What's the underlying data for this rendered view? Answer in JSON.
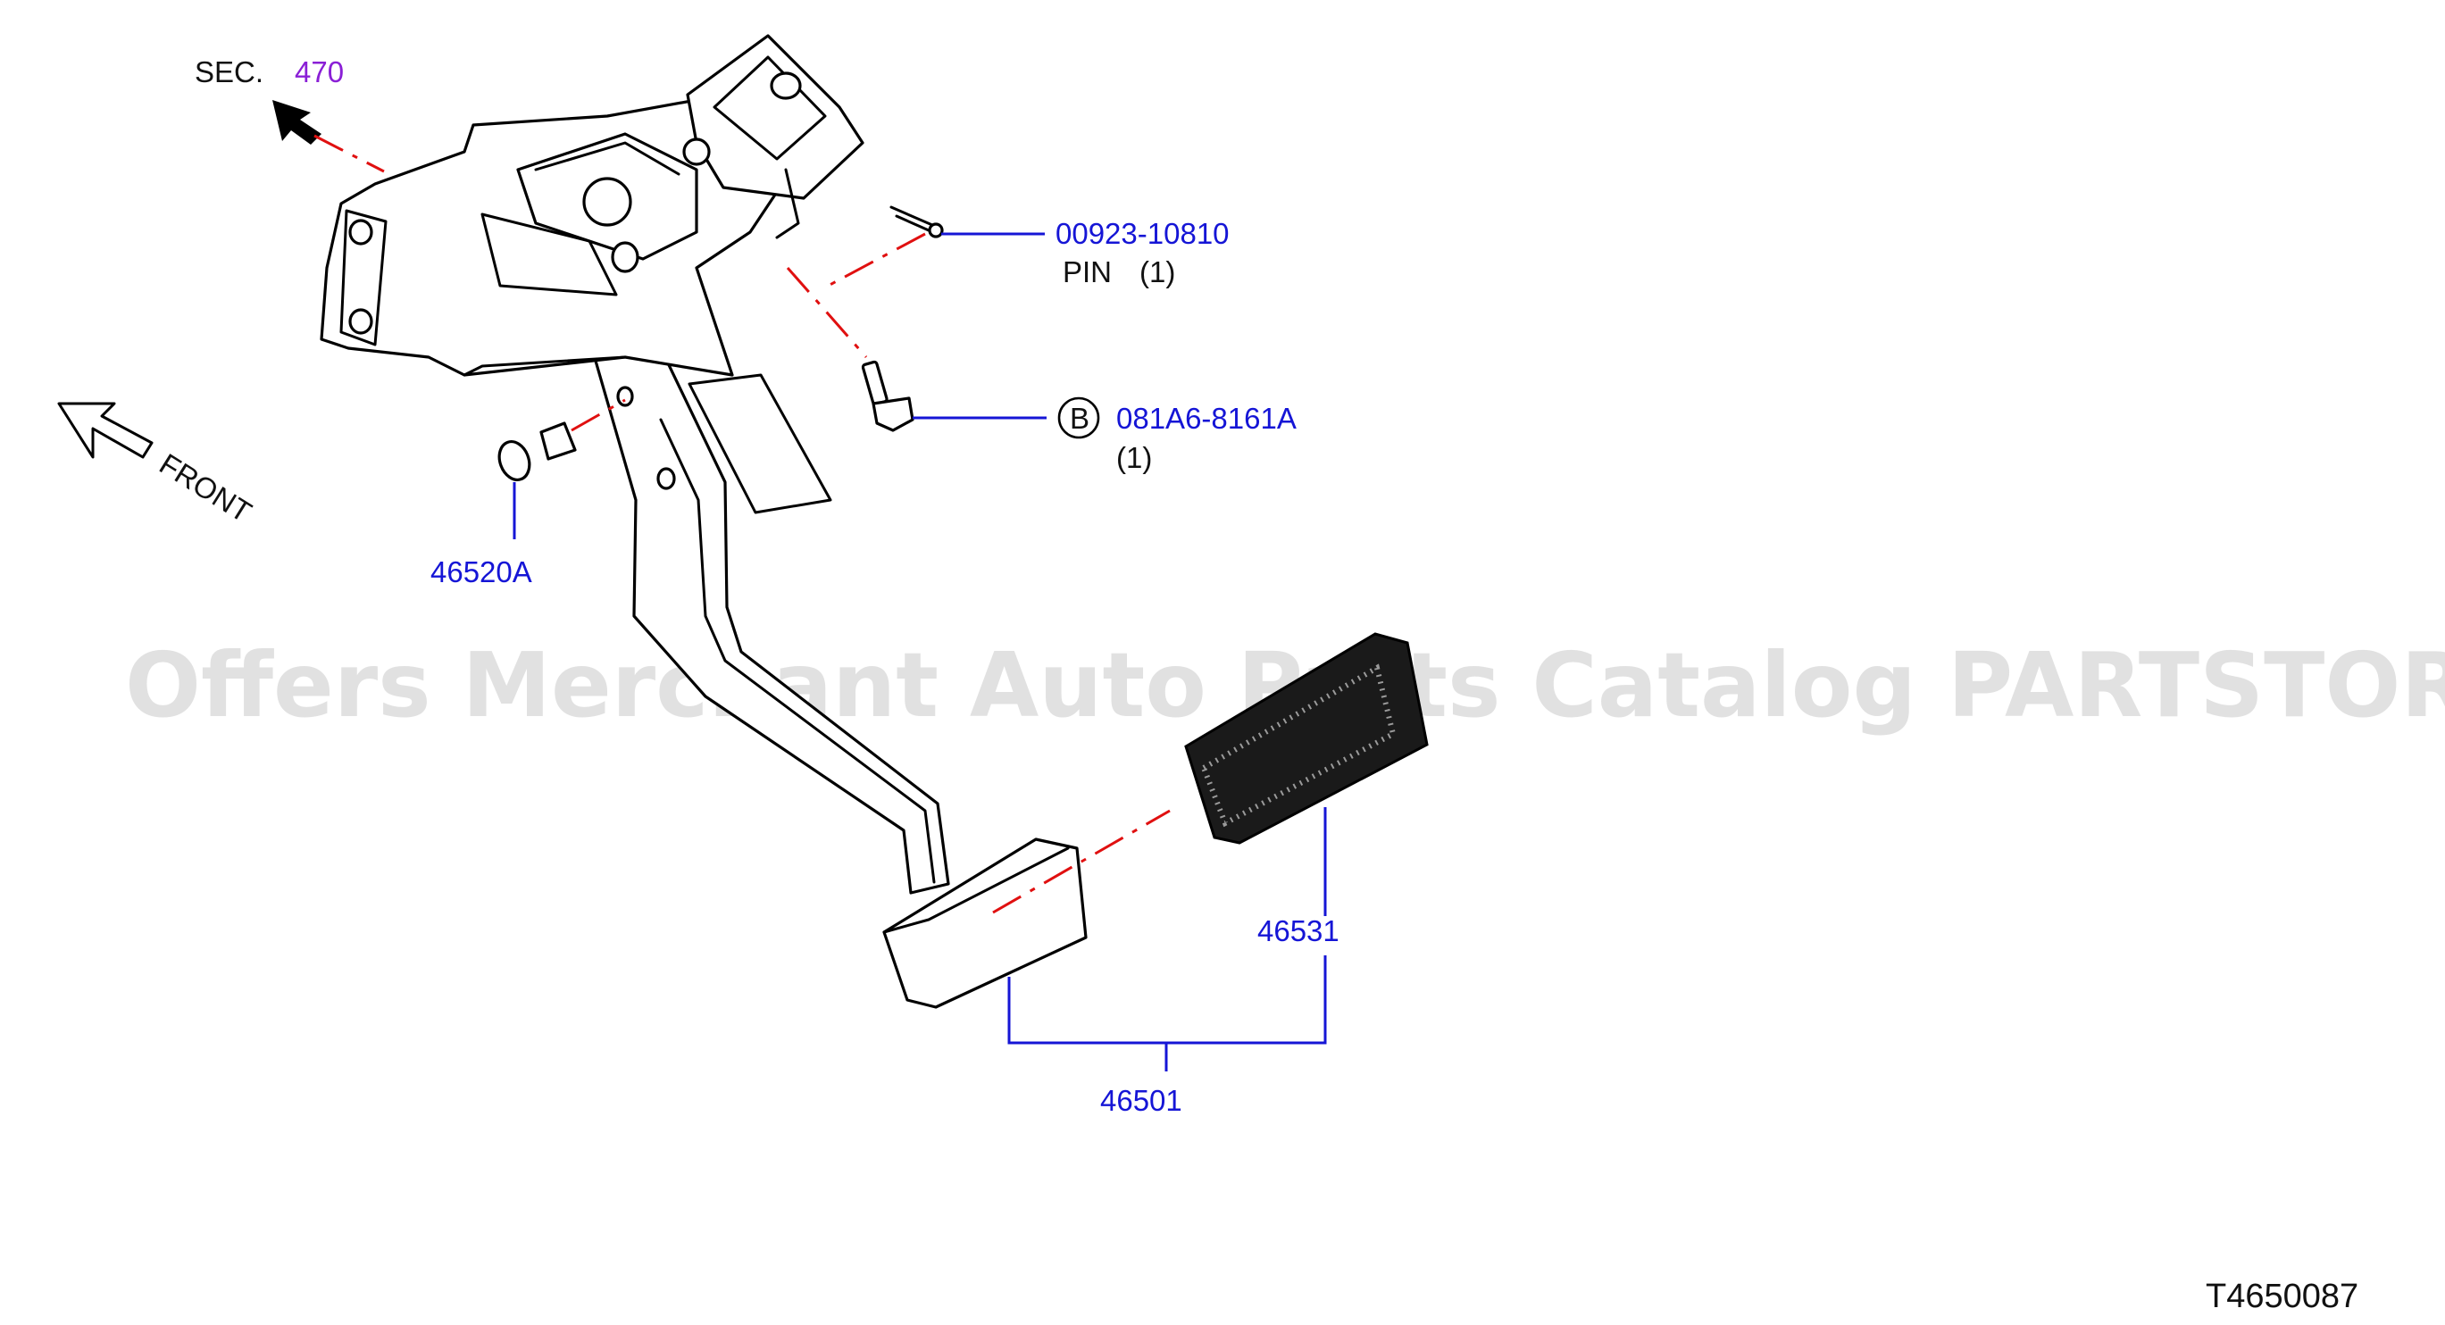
{
  "diagram_id": "T4650087",
  "watermark": "Offers Merchant Auto Parts Catalog PARTSTORE.SA",
  "section_ref": {
    "prefix": "SEC.",
    "number": "470"
  },
  "front_label": "FRONT",
  "callouts": [
    {
      "part": "00923-10810",
      "desc": "PIN",
      "qty": "(1)"
    },
    {
      "marker": "B",
      "part": "081A6-8161A",
      "qty": "(1)"
    },
    {
      "part": "46520A"
    },
    {
      "part": "46531"
    },
    {
      "part": "46501"
    }
  ],
  "colors": {
    "part_number": "#1515d6",
    "section_number": "#8a1fd6",
    "center_line": "#e01010"
  }
}
